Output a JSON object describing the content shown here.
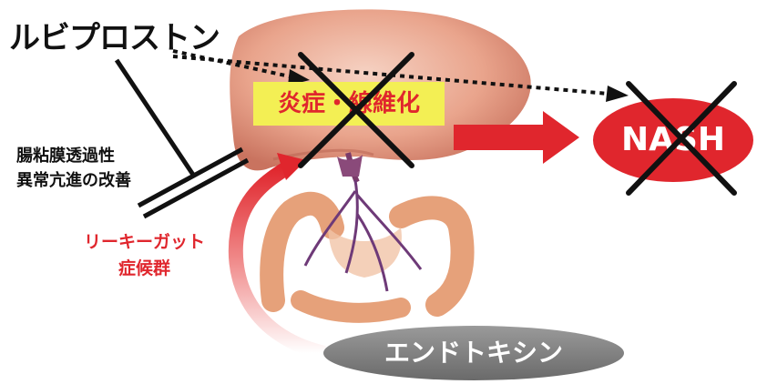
{
  "drug_label": "ルビプロストン",
  "permeability_label_line1": "腸粘膜透過性",
  "permeability_label_line2": "異常亢進の改善",
  "leaky_gut_line1": "リーキーガット",
  "leaky_gut_line2": "症候群",
  "inflammation_label": "炎症・線維化",
  "nash_label": "NASH",
  "endotoxin_label": "エンドトキシン",
  "colors": {
    "accent_red": "#e0262d",
    "highlight_yellow": "#f3ef54",
    "endotoxin_gray": "#7f7f7f",
    "liver": "#e9a48c",
    "cross": "#111111"
  },
  "icons": [
    "liver-illustration",
    "intestine-illustration",
    "cross-mark-icon"
  ]
}
